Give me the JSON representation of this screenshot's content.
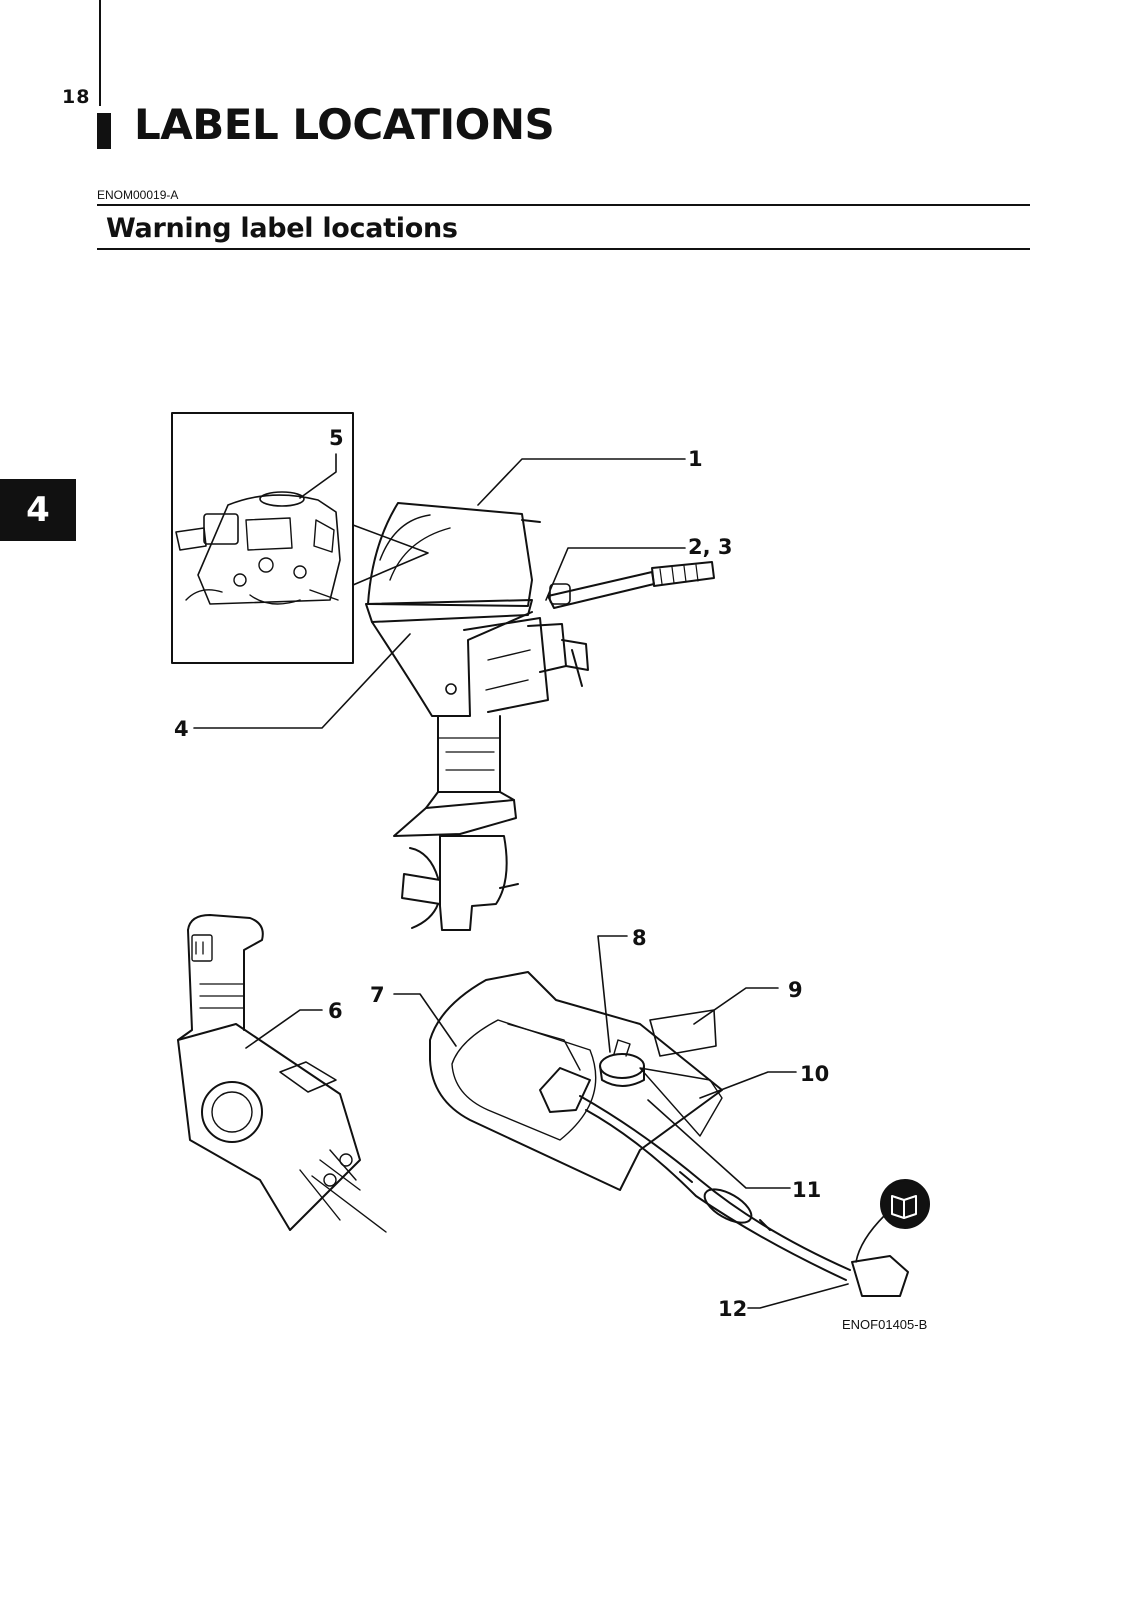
{
  "page": {
    "number": "18",
    "title": "LABEL LOCATIONS",
    "doc_code": "ENOM00019-A",
    "section_title": "Warning label locations",
    "chapter_tab": "4"
  },
  "figure": {
    "code": "ENOF01405-B",
    "callouts": [
      "1",
      "2, 3",
      "4",
      "5",
      "6",
      "7",
      "8",
      "9",
      "10",
      "11",
      "12"
    ],
    "icons": [
      "outboard-motor-illustration",
      "remote-control-box-illustration",
      "fuel-tank-illustration",
      "manual-book-icon"
    ]
  }
}
